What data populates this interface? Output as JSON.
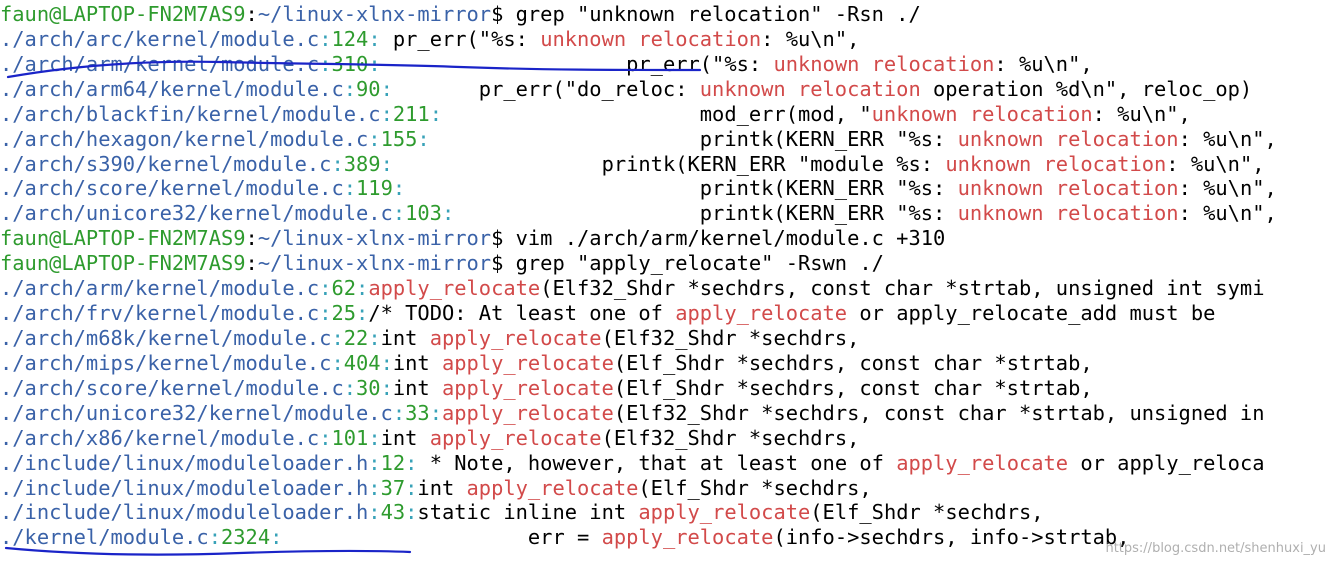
{
  "colors": {
    "default": "#000000",
    "prompt": "#2e9b2e",
    "path": "#3a62a8",
    "filename": "#3a62a8",
    "sep": "#38a2b8",
    "linenum": "#2e9b2e",
    "match": "#d24a4a",
    "annotation": "#1a24c8",
    "background": "#ffffff"
  },
  "terminal": {
    "lines": [
      {
        "role": "command",
        "segments": [
          {
            "t": "faun@LAPTOP-FN2M7AS9",
            "c": "prompt"
          },
          {
            "t": ":",
            "c": "default"
          },
          {
            "t": "~/linux-xlnx-mirror",
            "c": "path"
          },
          {
            "t": "$ grep \"unknown relocation\" -Rsn ./",
            "c": "default"
          }
        ]
      },
      {
        "role": "result",
        "segments": [
          {
            "t": "./arch/arc/kernel/module.c",
            "c": "filename"
          },
          {
            "t": ":",
            "c": "sep"
          },
          {
            "t": "124",
            "c": "linenum"
          },
          {
            "t": ":",
            "c": "sep"
          },
          {
            "t": " pr_err(\"%s: ",
            "c": "default"
          },
          {
            "t": "unknown relocation",
            "c": "match"
          },
          {
            "t": ": %u\\n\",",
            "c": "default"
          }
        ]
      },
      {
        "role": "result",
        "segments": [
          {
            "t": "./arch/arm/kernel/module.c",
            "c": "filename"
          },
          {
            "t": ":",
            "c": "sep"
          },
          {
            "t": "310",
            "c": "linenum"
          },
          {
            "t": ":",
            "c": "sep"
          },
          {
            "t": "                    pr_err(\"%s: ",
            "c": "default"
          },
          {
            "t": "unknown relocation",
            "c": "match"
          },
          {
            "t": ": %u\\n\",",
            "c": "default"
          }
        ]
      },
      {
        "role": "result",
        "segments": [
          {
            "t": "./arch/arm64/kernel/module.c",
            "c": "filename"
          },
          {
            "t": ":",
            "c": "sep"
          },
          {
            "t": "90",
            "c": "linenum"
          },
          {
            "t": ":",
            "c": "sep"
          },
          {
            "t": "       pr_err(\"do_reloc: ",
            "c": "default"
          },
          {
            "t": "unknown relocation",
            "c": "match"
          },
          {
            "t": " operation %d\\n\", reloc_op)",
            "c": "default"
          }
        ]
      },
      {
        "role": "result",
        "segments": [
          {
            "t": "./arch/blackfin/kernel/module.c",
            "c": "filename"
          },
          {
            "t": ":",
            "c": "sep"
          },
          {
            "t": "211",
            "c": "linenum"
          },
          {
            "t": ":",
            "c": "sep"
          },
          {
            "t": "                     mod_err(mod, \"",
            "c": "default"
          },
          {
            "t": "unknown relocation",
            "c": "match"
          },
          {
            "t": ": %u\\n\",",
            "c": "default"
          }
        ]
      },
      {
        "role": "result",
        "segments": [
          {
            "t": "./arch/hexagon/kernel/module.c",
            "c": "filename"
          },
          {
            "t": ":",
            "c": "sep"
          },
          {
            "t": "155",
            "c": "linenum"
          },
          {
            "t": ":",
            "c": "sep"
          },
          {
            "t": "                      printk(KERN_ERR \"%s: ",
            "c": "default"
          },
          {
            "t": "unknown relocation",
            "c": "match"
          },
          {
            "t": ": %u\\n\",",
            "c": "default"
          }
        ]
      },
      {
        "role": "result",
        "segments": [
          {
            "t": "./arch/s390/kernel/module.c",
            "c": "filename"
          },
          {
            "t": ":",
            "c": "sep"
          },
          {
            "t": "389",
            "c": "linenum"
          },
          {
            "t": ":",
            "c": "sep"
          },
          {
            "t": "                 printk(KERN_ERR \"module %s: ",
            "c": "default"
          },
          {
            "t": "unknown relocation",
            "c": "match"
          },
          {
            "t": ": %u\\n\",",
            "c": "default"
          }
        ]
      },
      {
        "role": "result",
        "segments": [
          {
            "t": "./arch/score/kernel/module.c",
            "c": "filename"
          },
          {
            "t": ":",
            "c": "sep"
          },
          {
            "t": "119",
            "c": "linenum"
          },
          {
            "t": ":",
            "c": "sep"
          },
          {
            "t": "                        printk(KERN_ERR \"%s: ",
            "c": "default"
          },
          {
            "t": "unknown relocation",
            "c": "match"
          },
          {
            "t": ": %u\\n\",",
            "c": "default"
          }
        ]
      },
      {
        "role": "result",
        "segments": [
          {
            "t": "./arch/unicore32/kernel/module.c",
            "c": "filename"
          },
          {
            "t": ":",
            "c": "sep"
          },
          {
            "t": "103",
            "c": "linenum"
          },
          {
            "t": ":",
            "c": "sep"
          },
          {
            "t": "                    printk(KERN_ERR \"%s: ",
            "c": "default"
          },
          {
            "t": "unknown relocation",
            "c": "match"
          },
          {
            "t": ": %u\\n\",",
            "c": "default"
          }
        ]
      },
      {
        "role": "command",
        "segments": [
          {
            "t": "faun@LAPTOP-FN2M7AS9",
            "c": "prompt"
          },
          {
            "t": ":",
            "c": "default"
          },
          {
            "t": "~/linux-xlnx-mirror",
            "c": "path"
          },
          {
            "t": "$ vim ./arch/arm/kernel/module.c +310",
            "c": "default"
          }
        ]
      },
      {
        "role": "command",
        "segments": [
          {
            "t": "faun@LAPTOP-FN2M7AS9",
            "c": "prompt"
          },
          {
            "t": ":",
            "c": "default"
          },
          {
            "t": "~/linux-xlnx-mirror",
            "c": "path"
          },
          {
            "t": "$ grep \"apply_relocate\" -Rswn ./",
            "c": "default"
          }
        ]
      },
      {
        "role": "result",
        "segments": [
          {
            "t": "./arch/arm/kernel/module.c",
            "c": "filename"
          },
          {
            "t": ":",
            "c": "sep"
          },
          {
            "t": "62",
            "c": "linenum"
          },
          {
            "t": ":",
            "c": "sep"
          },
          {
            "t": "apply_relocate",
            "c": "match"
          },
          {
            "t": "(Elf32_Shdr *sechdrs, const char *strtab, unsigned int symi",
            "c": "default"
          }
        ]
      },
      {
        "role": "result",
        "segments": [
          {
            "t": "./arch/frv/kernel/module.c",
            "c": "filename"
          },
          {
            "t": ":",
            "c": "sep"
          },
          {
            "t": "25",
            "c": "linenum"
          },
          {
            "t": ":",
            "c": "sep"
          },
          {
            "t": "/* TODO: At least one of ",
            "c": "default"
          },
          {
            "t": "apply_relocate",
            "c": "match"
          },
          {
            "t": " or apply_relocate_add must be",
            "c": "default"
          }
        ]
      },
      {
        "role": "result",
        "segments": [
          {
            "t": "./arch/m68k/kernel/module.c",
            "c": "filename"
          },
          {
            "t": ":",
            "c": "sep"
          },
          {
            "t": "22",
            "c": "linenum"
          },
          {
            "t": ":",
            "c": "sep"
          },
          {
            "t": "int ",
            "c": "default"
          },
          {
            "t": "apply_relocate",
            "c": "match"
          },
          {
            "t": "(Elf32_Shdr *sechdrs,",
            "c": "default"
          }
        ]
      },
      {
        "role": "result",
        "segments": [
          {
            "t": "./arch/mips/kernel/module.c",
            "c": "filename"
          },
          {
            "t": ":",
            "c": "sep"
          },
          {
            "t": "404",
            "c": "linenum"
          },
          {
            "t": ":",
            "c": "sep"
          },
          {
            "t": "int ",
            "c": "default"
          },
          {
            "t": "apply_relocate",
            "c": "match"
          },
          {
            "t": "(Elf_Shdr *sechdrs, const char *strtab,",
            "c": "default"
          }
        ]
      },
      {
        "role": "result",
        "segments": [
          {
            "t": "./arch/score/kernel/module.c",
            "c": "filename"
          },
          {
            "t": ":",
            "c": "sep"
          },
          {
            "t": "30",
            "c": "linenum"
          },
          {
            "t": ":",
            "c": "sep"
          },
          {
            "t": "int ",
            "c": "default"
          },
          {
            "t": "apply_relocate",
            "c": "match"
          },
          {
            "t": "(Elf_Shdr *sechdrs, const char *strtab,",
            "c": "default"
          }
        ]
      },
      {
        "role": "result",
        "segments": [
          {
            "t": "./arch/unicore32/kernel/module.c",
            "c": "filename"
          },
          {
            "t": ":",
            "c": "sep"
          },
          {
            "t": "33",
            "c": "linenum"
          },
          {
            "t": ":",
            "c": "sep"
          },
          {
            "t": "apply_relocate",
            "c": "match"
          },
          {
            "t": "(Elf32_Shdr *sechdrs, const char *strtab, unsigned in",
            "c": "default"
          }
        ]
      },
      {
        "role": "result",
        "segments": [
          {
            "t": "./arch/x86/kernel/module.c",
            "c": "filename"
          },
          {
            "t": ":",
            "c": "sep"
          },
          {
            "t": "101",
            "c": "linenum"
          },
          {
            "t": ":",
            "c": "sep"
          },
          {
            "t": "int ",
            "c": "default"
          },
          {
            "t": "apply_relocate",
            "c": "match"
          },
          {
            "t": "(Elf32_Shdr *sechdrs,",
            "c": "default"
          }
        ]
      },
      {
        "role": "result",
        "segments": [
          {
            "t": "./include/linux/moduleloader.h",
            "c": "filename"
          },
          {
            "t": ":",
            "c": "sep"
          },
          {
            "t": "12",
            "c": "linenum"
          },
          {
            "t": ":",
            "c": "sep"
          },
          {
            "t": " * Note, however, that at least one of ",
            "c": "default"
          },
          {
            "t": "apply_relocate",
            "c": "match"
          },
          {
            "t": " or apply_reloca",
            "c": "default"
          }
        ]
      },
      {
        "role": "result",
        "segments": [
          {
            "t": "./include/linux/moduleloader.h",
            "c": "filename"
          },
          {
            "t": ":",
            "c": "sep"
          },
          {
            "t": "37",
            "c": "linenum"
          },
          {
            "t": ":",
            "c": "sep"
          },
          {
            "t": "int ",
            "c": "default"
          },
          {
            "t": "apply_relocate",
            "c": "match"
          },
          {
            "t": "(Elf_Shdr *sechdrs,",
            "c": "default"
          }
        ]
      },
      {
        "role": "result",
        "segments": [
          {
            "t": "./include/linux/moduleloader.h",
            "c": "filename"
          },
          {
            "t": ":",
            "c": "sep"
          },
          {
            "t": "43",
            "c": "linenum"
          },
          {
            "t": ":",
            "c": "sep"
          },
          {
            "t": "static inline int ",
            "c": "default"
          },
          {
            "t": "apply_relocate",
            "c": "match"
          },
          {
            "t": "(Elf_Shdr *sechdrs,",
            "c": "default"
          }
        ]
      },
      {
        "role": "result",
        "segments": [
          {
            "t": "./kernel/module.c",
            "c": "filename"
          },
          {
            "t": ":",
            "c": "sep"
          },
          {
            "t": "2324",
            "c": "linenum"
          },
          {
            "t": ":",
            "c": "sep"
          },
          {
            "t": "                    err = ",
            "c": "default"
          },
          {
            "t": "apply_relocate",
            "c": "match"
          },
          {
            "t": "(info->sechdrs, info->strtab,",
            "c": "default"
          }
        ]
      }
    ]
  },
  "watermark": "https://blog.csdn.net/shenhuxi_yu"
}
